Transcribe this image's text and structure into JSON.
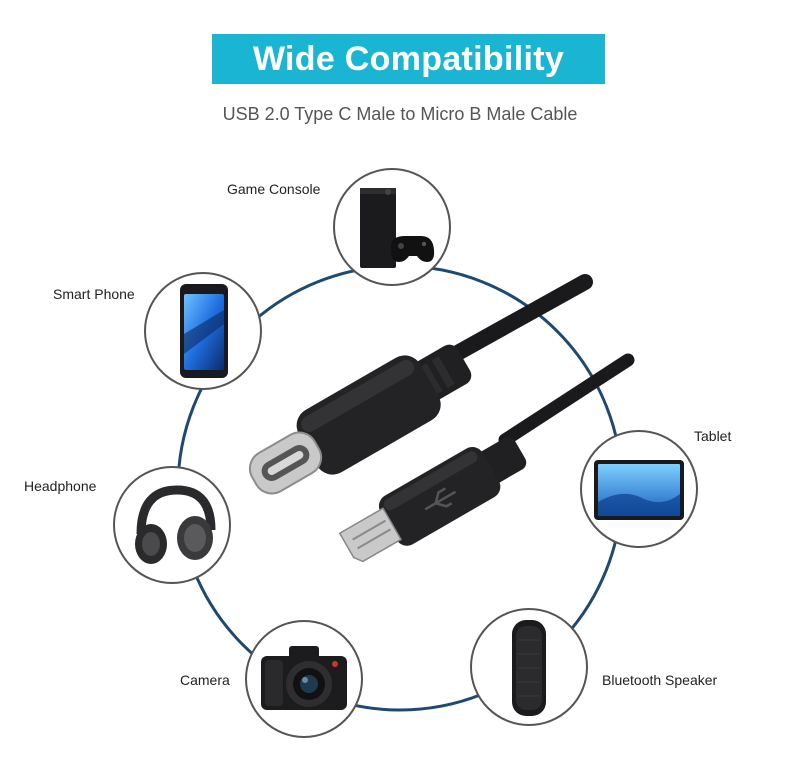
{
  "header": {
    "title": "Wide Compatibility",
    "subtitle": "USB 2.0 Type C Male to Micro B Male Cable"
  },
  "devices": [
    {
      "id": "game-console",
      "label": "Game Console",
      "icon": "game-console-icon"
    },
    {
      "id": "smart-phone",
      "label": "Smart Phone",
      "icon": "smart-phone-icon"
    },
    {
      "id": "headphone",
      "label": "Headphone",
      "icon": "headphone-icon"
    },
    {
      "id": "camera",
      "label": "Camera",
      "icon": "camera-icon"
    },
    {
      "id": "tablet",
      "label": "Tablet",
      "icon": "tablet-icon"
    },
    {
      "id": "bluetooth-speaker",
      "label": "Bluetooth Speaker",
      "icon": "bluetooth-speaker-icon"
    }
  ],
  "colors": {
    "banner": "#19b5d3",
    "ring": "#1e4a72",
    "cable": "#1a1a1c",
    "bubble_border": "#555555"
  }
}
